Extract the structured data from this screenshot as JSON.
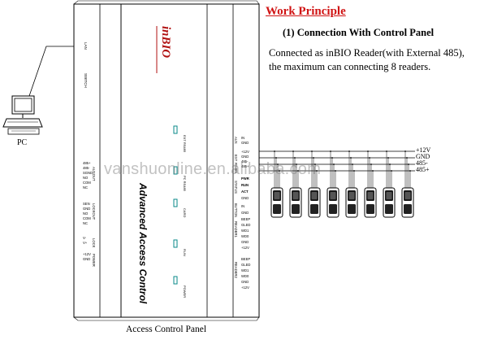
{
  "header": {
    "title": "Work Principle",
    "subtitle": "(1) Connection With Control Panel",
    "description_lines": [
      "Connected as inBIO Reader(with External 485),",
      "the maximum can connecting 8 readers."
    ]
  },
  "pc": {
    "label": "PC"
  },
  "panel": {
    "caption": "Access Control Panel",
    "brand": "inBIO",
    "product_name": "Advanced Access Control",
    "left_ports": [
      "LAN",
      "SWITCH"
    ],
    "left_terminals": [
      "485+",
      "485-",
      "SGND",
      "NO",
      "COM",
      "NC",
      "SEN",
      "GND",
      "NO",
      "COM",
      "NC",
      "V-",
      "V+",
      "+12V",
      "GND"
    ],
    "left_group_labels": [
      "AUXOUT",
      "LOCKOUT",
      "LOCK",
      "POWER"
    ],
    "leds": [
      "EXT RS485",
      "PC RS485",
      "CARD",
      "RUN",
      "POWER"
    ],
    "right_terminals_top": [
      "IN",
      "GND",
      "+12V",
      "GND",
      "485-",
      "485+"
    ],
    "right_terminals_mid": [
      "PWR",
      "RUN",
      "ACT",
      "GND",
      "IN",
      "GND"
    ],
    "right_group_labels": [
      "AUX",
      "EXT",
      "RS485",
      "STATUS",
      "BUTTON"
    ],
    "reader1_terminals": [
      "BEEP",
      "GLED",
      "WD1",
      "WD0",
      "GND",
      "+12V"
    ],
    "reader2_terminals": [
      "BEEP",
      "GLED",
      "WD1",
      "WD0",
      "GND",
      "+12V"
    ],
    "reader_group_labels": [
      "READER1",
      "READER2"
    ]
  },
  "bus_lines": [
    "+12V",
    "GND",
    "485-",
    "485+"
  ],
  "readers": {
    "count": 8
  },
  "watermark": "vanshuonline.en.alibaba.com"
}
